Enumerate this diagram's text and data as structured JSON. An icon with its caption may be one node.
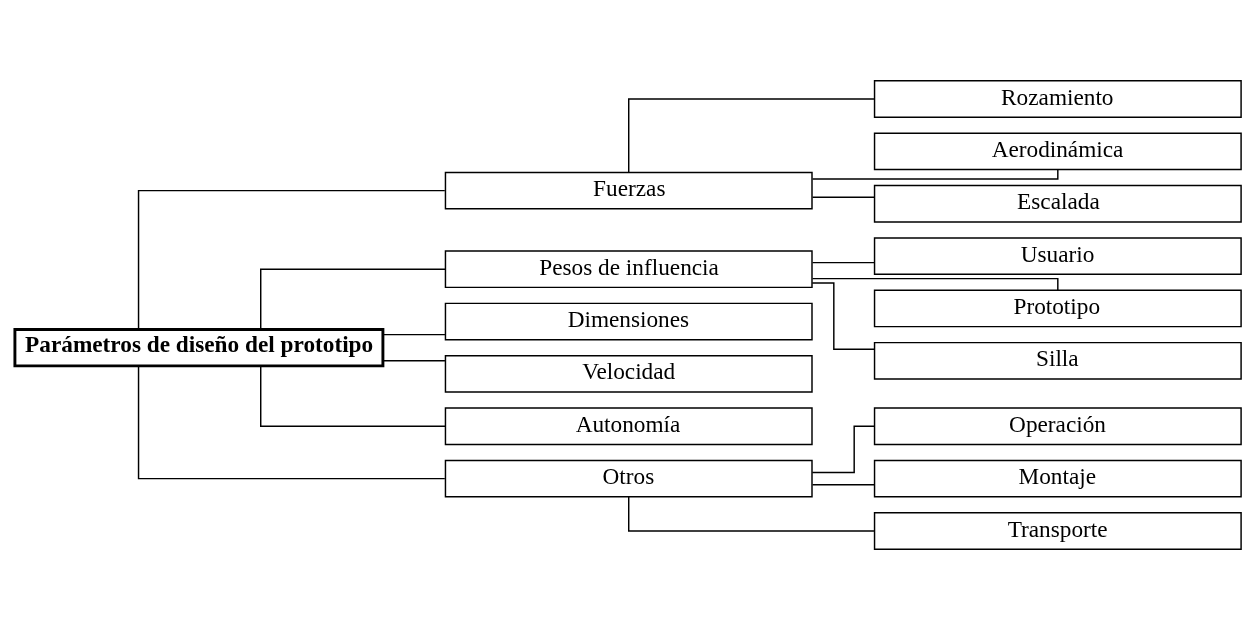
{
  "diagram": {
    "nodes": [
      {
        "text": [
          "Parámetros de diseño del prototipo"
        ]
      },
      {
        "text": [
          "Fuerzas"
        ]
      },
      {
        "text": [
          "Rozamiento"
        ]
      },
      {
        "text": [
          "Aerodinámica"
        ]
      },
      {
        "text": [
          "Escalada"
        ]
      },
      {
        "text": [
          "Pesos de influencia"
        ]
      },
      {
        "text": [
          "Usuario"
        ]
      },
      {
        "text": [
          "Prototipo"
        ]
      },
      {
        "text": [
          "Silla"
        ]
      },
      {
        "text": [
          "Dimensiones"
        ]
      },
      {
        "text": [
          "Velocidad"
        ]
      },
      {
        "text": [
          "Autonomía"
        ]
      },
      {
        "text": [
          "Otros"
        ]
      },
      {
        "text": [
          "Operación"
        ]
      },
      {
        "text": [
          "Montaje"
        ]
      },
      {
        "text": [
          "Transporte"
        ]
      }
    ],
    "edges": [
      {
        "from": 0,
        "to": 1,
        "arrow": "none"
      },
      {
        "from": 1,
        "to": 2,
        "arrow": "none"
      },
      {
        "from": 1,
        "to": 3,
        "arrow": "none"
      },
      {
        "from": 1,
        "to": 4,
        "arrow": "none"
      },
      {
        "from": 0,
        "to": 5,
        "arrow": "none"
      },
      {
        "from": 5,
        "to": 6,
        "arrow": "none"
      },
      {
        "from": 5,
        "to": 7,
        "arrow": "none"
      },
      {
        "from": 5,
        "to": 8,
        "arrow": "none"
      },
      {
        "from": 0,
        "to": 9,
        "arrow": "none"
      },
      {
        "from": 0,
        "to": 10,
        "arrow": "none"
      },
      {
        "from": 0,
        "to": 11,
        "arrow": "none"
      },
      {
        "from": 0,
        "to": 12,
        "arrow": "none"
      },
      {
        "from": 12,
        "to": 13,
        "arrow": "none"
      },
      {
        "from": 12,
        "to": 14,
        "arrow": "none"
      },
      {
        "from": 12,
        "to": 15,
        "arrow": "none"
      }
    ]
  }
}
